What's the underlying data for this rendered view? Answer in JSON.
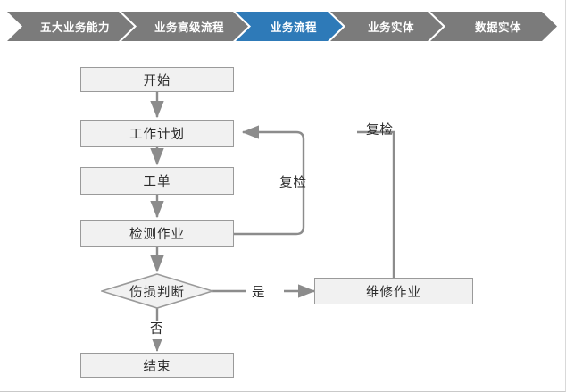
{
  "breadcrumb": {
    "active_color": "#2e7ab8",
    "inactive_color": "#7b7b7b",
    "items": [
      {
        "label": "五大业务能力",
        "active": false
      },
      {
        "label": "业务高级流程",
        "active": false
      },
      {
        "label": "业务流程",
        "active": true
      },
      {
        "label": "业务实体",
        "active": false
      },
      {
        "label": "数据实体",
        "active": false
      }
    ]
  },
  "flowchart": {
    "type": "flowchart",
    "node_fill": "#f1f1f1",
    "node_border": "#9a9a9a",
    "connector_color": "#8c8c8c",
    "nodes": [
      {
        "id": "start",
        "label": "开始",
        "shape": "rect"
      },
      {
        "id": "work_plan",
        "label": "工作计划",
        "shape": "rect"
      },
      {
        "id": "work_order",
        "label": "工单",
        "shape": "rect"
      },
      {
        "id": "inspection",
        "label": "检测作业",
        "shape": "rect"
      },
      {
        "id": "damage_decision",
        "label": "伤损判断",
        "shape": "diamond"
      },
      {
        "id": "repair",
        "label": "维修作业",
        "shape": "rect"
      },
      {
        "id": "end",
        "label": "结束",
        "shape": "rect"
      }
    ],
    "edges": [
      {
        "from": "start",
        "to": "work_plan",
        "label": ""
      },
      {
        "from": "work_plan",
        "to": "work_order",
        "label": ""
      },
      {
        "from": "work_order",
        "to": "inspection",
        "label": ""
      },
      {
        "from": "inspection",
        "to": "damage_decision",
        "label": ""
      },
      {
        "from": "inspection",
        "to": "work_plan",
        "label": "复检"
      },
      {
        "from": "damage_decision",
        "to": "repair",
        "label": "是"
      },
      {
        "from": "damage_decision",
        "to": "end",
        "label": "否"
      },
      {
        "from": "repair",
        "to": "work_plan",
        "label": "复检"
      }
    ],
    "edge_labels": {
      "recheck_inner": "复检",
      "recheck_outer": "复检",
      "yes": "是",
      "no": "否"
    }
  }
}
